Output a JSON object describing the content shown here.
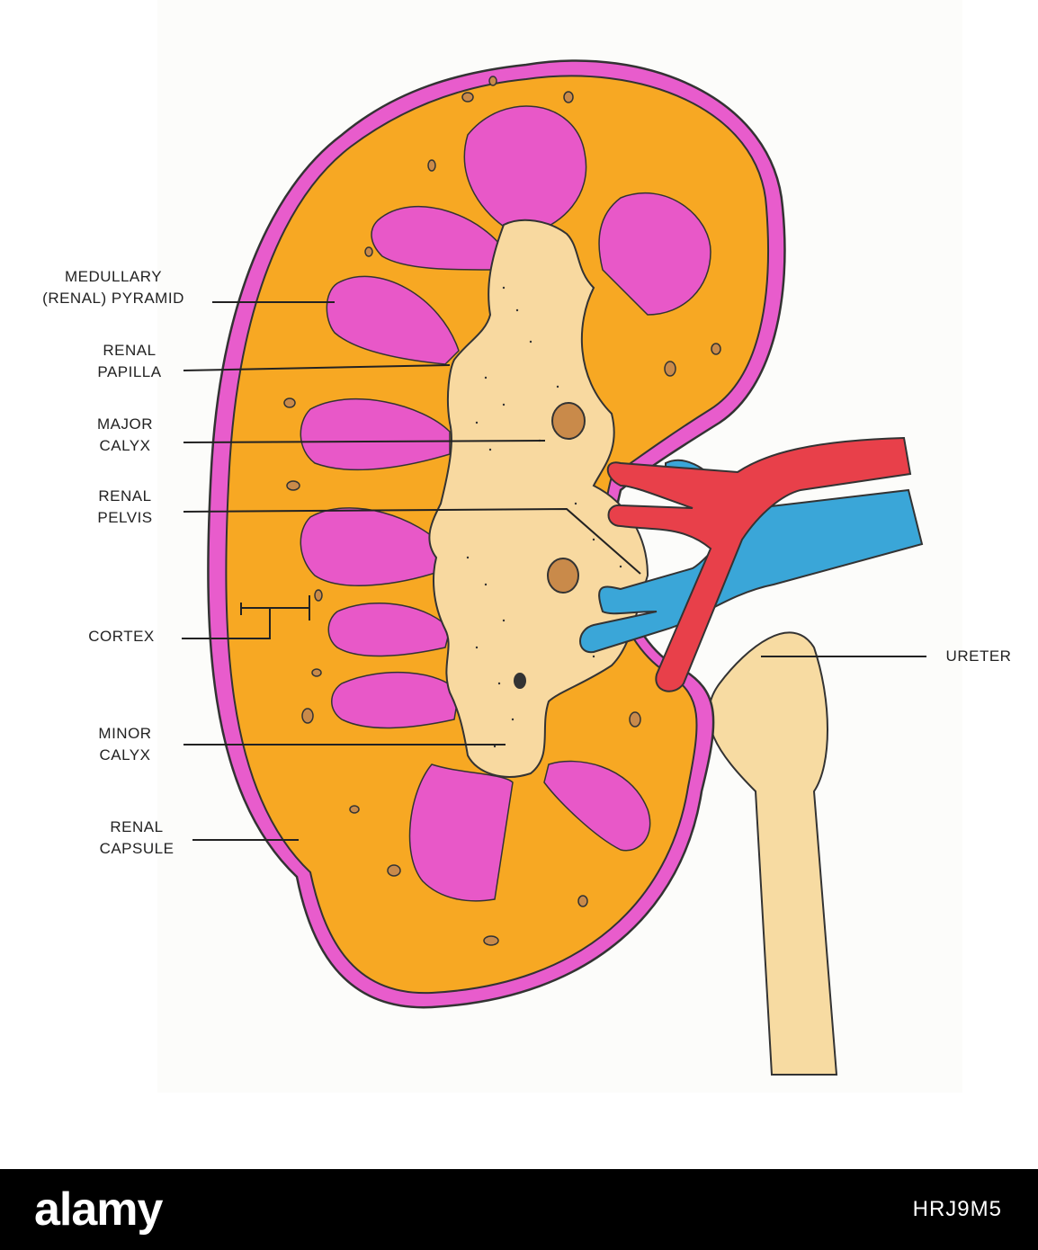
{
  "labels": {
    "pyramid": [
      "MEDULLARY",
      "(RENAL) PYRAMID"
    ],
    "papilla": [
      "RENAL",
      "PAPILLA"
    ],
    "major_calyx": [
      "MAJOR",
      "CALYX"
    ],
    "pelvis": [
      "RENAL",
      "PELVIS"
    ],
    "cortex": [
      "CORTEX"
    ],
    "minor_calyx": [
      "MINOR",
      "CALYX"
    ],
    "capsule": [
      "RENAL",
      "CAPSULE"
    ],
    "ureter": [
      "URETER"
    ]
  },
  "footer": {
    "brand": "alamy",
    "image_id": "HRJ9M5"
  },
  "colors": {
    "capsule": "#e85ccc",
    "cortex": "#f7a823",
    "pyramid": "#e858c8",
    "pelvis": "#f8d9a0",
    "artery": "#e8404a",
    "vein": "#3aa6d8",
    "ureter": "#f7dba2"
  }
}
